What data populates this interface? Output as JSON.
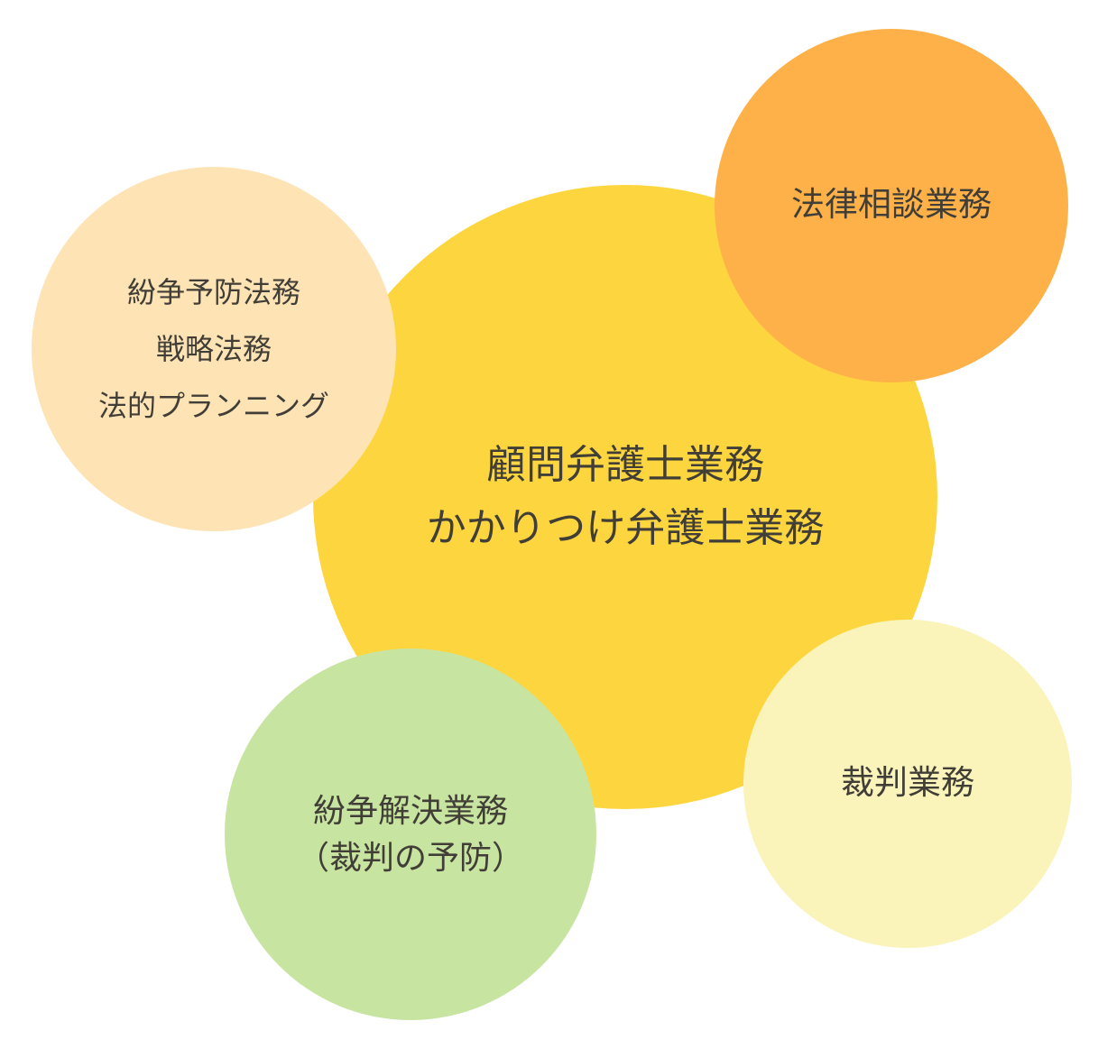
{
  "diagram": {
    "description_colors": {
      "center_fill": "#FDD63F",
      "consultation_fill": "#FEB148",
      "prevention_fill": "#FEE3B5",
      "resolution_fill": "#C8E4A1",
      "litigation_fill": "#FAF4BB",
      "text_color": "#403E37",
      "background": "#FFFFFF"
    },
    "circles": {
      "center": {
        "fill": "#FDD63F",
        "lines": [
          "顧問弁護士業務",
          "かかりつけ弁護士業務"
        ]
      },
      "consultation": {
        "fill": "#FEB148",
        "lines": [
          "法律相談業務"
        ]
      },
      "prevention": {
        "fill": "#FEE3B5",
        "lines": [
          "紛争予防法務",
          "戦略法務",
          "法的プランニング"
        ]
      },
      "resolution": {
        "fill": "#C8E4A1",
        "lines": [
          "紛争解決業務",
          "（裁判の予防）"
        ]
      },
      "litigation": {
        "fill": "#FAF4BB",
        "lines": [
          "裁判業務"
        ]
      }
    }
  }
}
